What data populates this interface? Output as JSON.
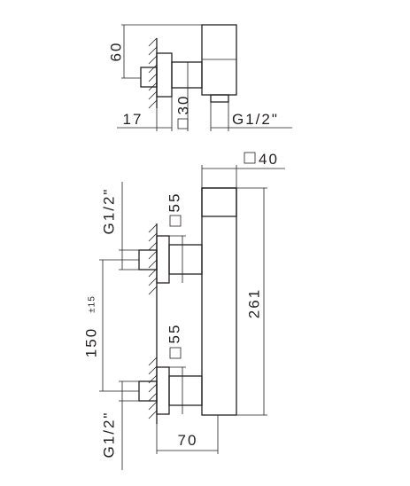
{
  "top_view": {
    "height_label": "60",
    "offset_label": "17",
    "square_label": "30",
    "thread_label": "G1/2\""
  },
  "front_view": {
    "width_label": "40",
    "body_length_label": "261",
    "upper_square_label": "55",
    "lower_square_label": "55",
    "spacing_label": "150",
    "spacing_tolerance": "±15",
    "upper_thread_label": "G1/2\"",
    "lower_thread_label": "G1/2\"",
    "depth_label": "70"
  }
}
